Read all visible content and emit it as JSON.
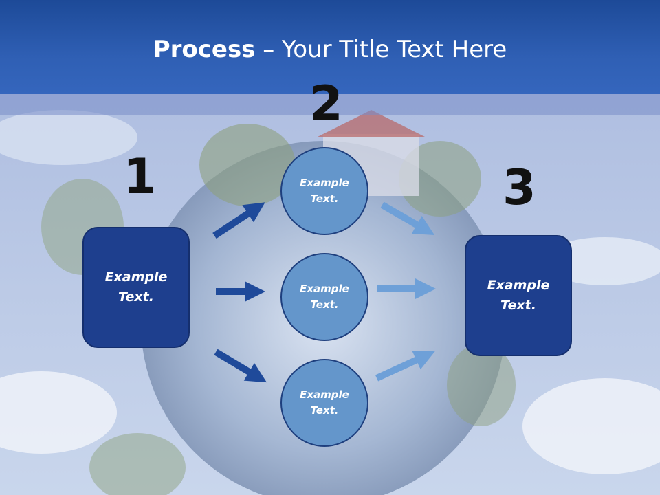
{
  "slide": {
    "title_bold": "Process",
    "title_rest": " – Your Title Text Here"
  },
  "diagram": {
    "steps": [
      {
        "number": "1",
        "box_text": "Example\nText."
      },
      {
        "number": "2",
        "circles": [
          "Example\nText.",
          "Example\nText.",
          "Example\nText."
        ]
      },
      {
        "number": "3",
        "box_text": "Example\nText."
      }
    ]
  },
  "colors": {
    "header": "#2f5fb4",
    "box": "#1e3f8e",
    "circle": "#6496cb",
    "arrow_dark": "#1f4a9a",
    "arrow_light": "#6ea0d8"
  }
}
